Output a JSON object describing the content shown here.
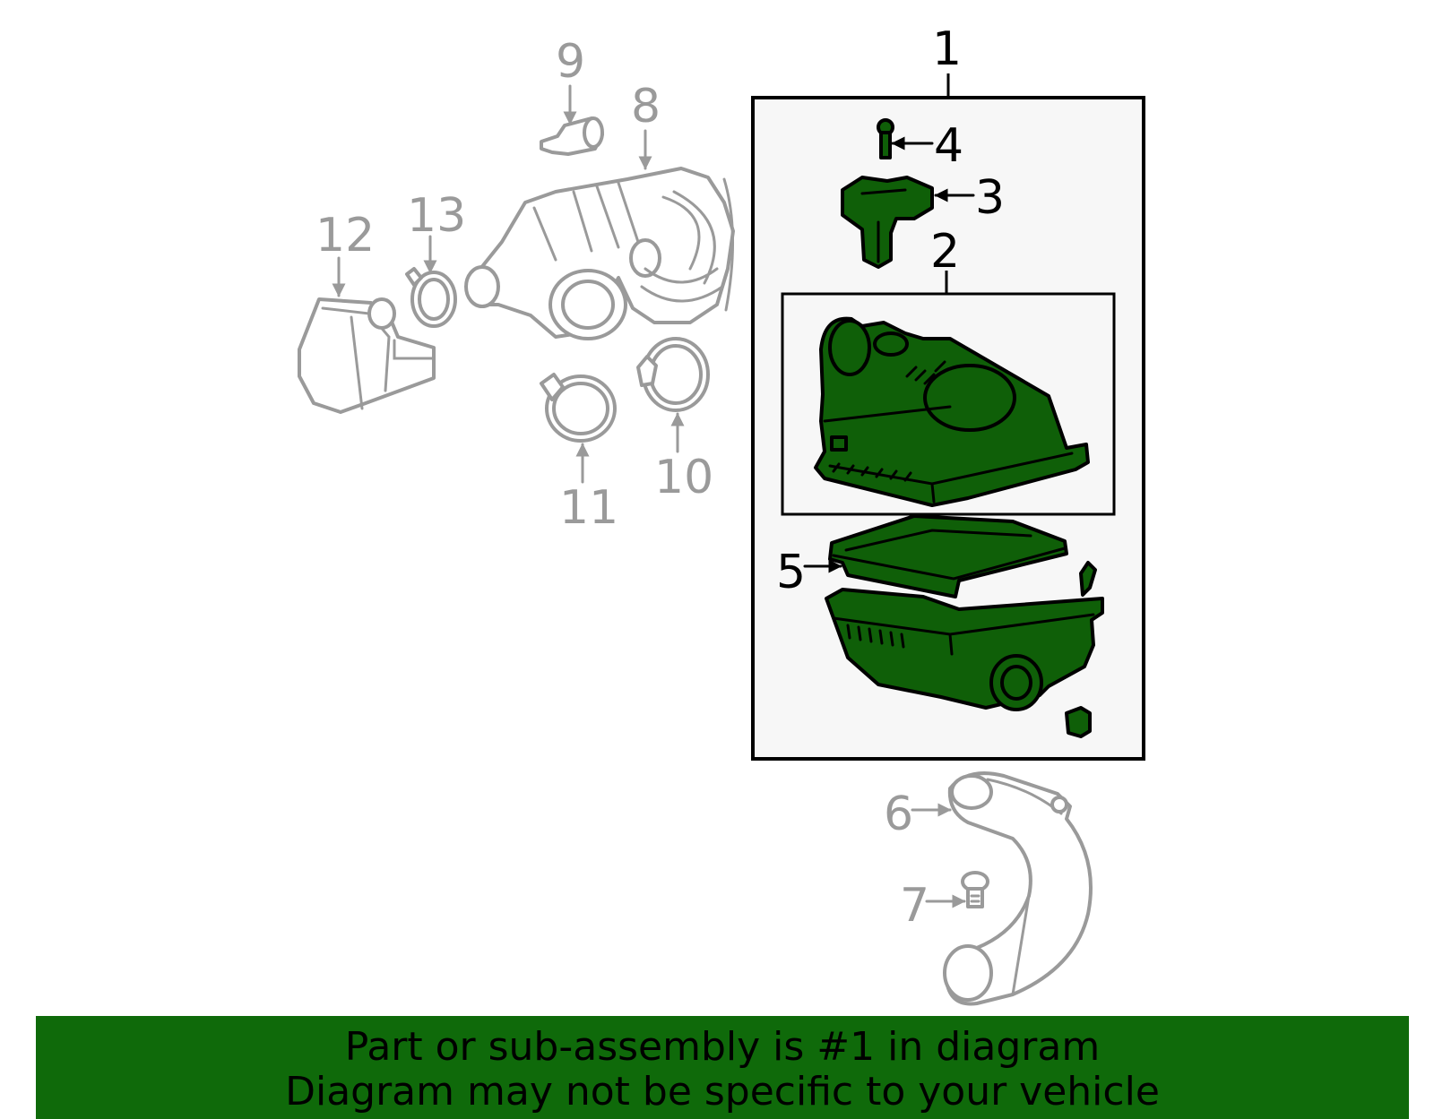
{
  "labels": {
    "l1": "1",
    "l2": "2",
    "l3": "3",
    "l4": "4",
    "l5": "5",
    "l6": "6",
    "l7": "7",
    "l8": "8",
    "l9": "9",
    "l10": "10",
    "l11": "11",
    "l12": "12",
    "l13": "13"
  },
  "footer": {
    "line1": "Part or sub-assembly is #1 in diagram",
    "line2": "Diagram may not be specific to your vehicle"
  },
  "colors": {
    "highlight": "#0f5f08",
    "footer_bg": "#0f6a0a",
    "other_parts": "#9a9a9a",
    "box_bg": "#f7f7f7"
  }
}
